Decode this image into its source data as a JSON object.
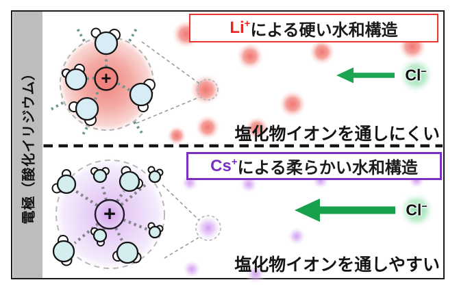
{
  "figure": {
    "electrode": {
      "label": "電極（酸化イリジウム）"
    },
    "ion_center_symbol": "+",
    "top_panel": {
      "ion": {
        "symbol": "Li",
        "charge": "+"
      },
      "title_rest": "による硬い水和構造",
      "caption": "塩化物イオンを通しにくい",
      "chloride": {
        "symbol": "Cl",
        "charge": "−"
      }
    },
    "bottom_panel": {
      "ion": {
        "symbol": "Cs",
        "charge": "+"
      },
      "title_rest": "による柔らかい水和構造",
      "caption": "塩化物イオンを通しやすい",
      "chloride": {
        "symbol": "Cl",
        "charge": "−"
      }
    }
  },
  "colors": {
    "li_accent": "#e8251f",
    "cs_accent": "#7b2fbe",
    "arrow_green": "#1ca551",
    "electrode_gray": "#bdbdbd",
    "hydration_red": "#ee7d77",
    "hydration_purple": "#d9aef0",
    "chloride_green": "#7edc9e"
  }
}
